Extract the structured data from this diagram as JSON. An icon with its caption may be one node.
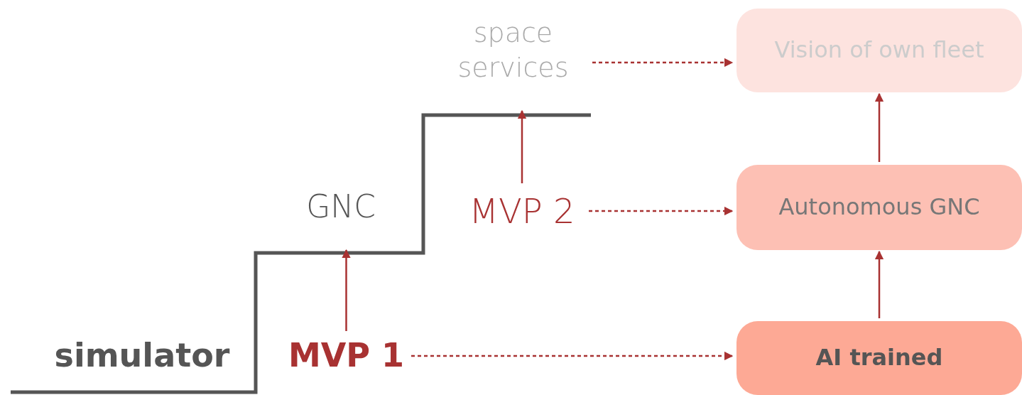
{
  "diagram": {
    "nodes": [
      {
        "text": [
          "space services"
        ]
      },
      {
        "text": [
          "Vision of own fleet"
        ]
      },
      {
        "text": [
          "GNC"
        ]
      },
      {
        "text": [
          "MVP 2"
        ]
      },
      {
        "text": [
          "Autonomous GNC"
        ]
      },
      {
        "text": [
          "simulator"
        ]
      },
      {
        "text": [
          "MVP 1"
        ]
      },
      {
        "text": [
          "AI trained"
        ]
      }
    ],
    "edges": [
      {
        "from": 0,
        "to": 1,
        "arrow": "to",
        "style": "dashed"
      },
      {
        "from": 3,
        "to": 4,
        "arrow": "to",
        "style": "dashed"
      },
      {
        "from": 6,
        "to": 7,
        "arrow": "to",
        "style": "dashed"
      },
      {
        "from": 6,
        "to": 2,
        "arrow": "to"
      },
      {
        "from": 3,
        "to": 0,
        "arrow": "to"
      },
      {
        "from": 7,
        "to": 4,
        "arrow": "to"
      },
      {
        "from": 4,
        "to": 1,
        "arrow": "to"
      }
    ]
  }
}
